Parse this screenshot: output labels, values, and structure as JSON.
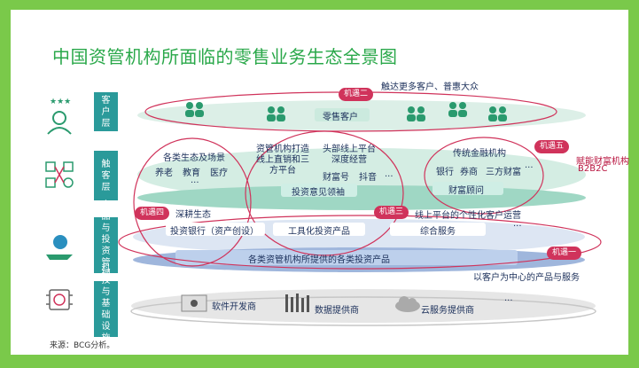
{
  "title": "中国资管机构所面临的零售业务生态全景图",
  "tiers": [
    {
      "label": "客户层",
      "icon": "customer-icon"
    },
    {
      "label": "触客层",
      "icon": "touchpoint-icon"
    },
    {
      "label": "产品与投资管理层",
      "icon": "product-icon"
    },
    {
      "label": "科技与基础设施层",
      "icon": "chip-icon"
    }
  ],
  "customer_layer": {
    "retail_label": "零售客户"
  },
  "touch_layer": {
    "ecosystem_title": "各类生态及场景",
    "ecosystem_items": [
      "养老",
      "教育",
      "医疗",
      "..."
    ],
    "am_direct_title": "资管机构打造线上直销和三方平台",
    "top_platform_title": "头部线上平台深度经营",
    "top_platform_items": [
      "财富号",
      "抖音",
      "..."
    ],
    "opinion_leader": "投资意见领袖",
    "traditional_title": "传统金融机构",
    "traditional_items": [
      "银行",
      "券商",
      "三方财富",
      "..."
    ],
    "wealth_advisor": "财富顾问"
  },
  "product_layer": {
    "items": [
      "投资银行（资产创设）",
      "工具化投资产品",
      "综合服务",
      "..."
    ],
    "bottom_bar": "各类资管机构所提供的各类投资产品"
  },
  "tech_layer": {
    "items": [
      "软件开发商",
      "数据提供商",
      "云服务提供商",
      "..."
    ]
  },
  "opportunities": [
    {
      "badge": "机遇一",
      "desc": "以客户为中心的产品与服务"
    },
    {
      "badge": "机遇二",
      "desc": "触达更多客户、普惠大众"
    },
    {
      "badge": "机遇三",
      "desc": "线上平台的个性化客户运营"
    },
    {
      "badge": "机遇四",
      "desc": "深耕生态"
    },
    {
      "badge": "机遇五",
      "desc": "赋能财富机构",
      "desc2": "B2B2C"
    }
  ],
  "source": "来源：BCG分析。",
  "colors": {
    "background": "#7ac94a",
    "title": "#2aa84a",
    "tier": "#2a9a9a",
    "highlight": "#d0335b"
  }
}
